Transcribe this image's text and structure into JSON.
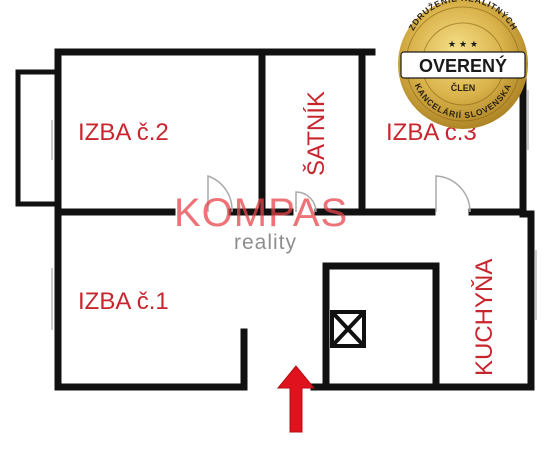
{
  "rooms": {
    "izba2": "IZBA č.2",
    "izba3": "IZBA č.3",
    "izba1": "IZBA č.1",
    "satnik": "ŠATNÍK",
    "kuchyna": "KUCHYŇA"
  },
  "watermark": {
    "brand": "KOMPAS",
    "sub": "reality",
    "color": "#e8444c"
  },
  "badge": {
    "arc_top": "ZDRUŽENIE REALITNÝCH",
    "arc_bottom": "KANCELÁRIÍ SLOVENSKA",
    "main": "OVERENÝ",
    "sub": "ČLEN",
    "stars": "★ ★ ★",
    "gold": "#d9b24a"
  },
  "entrance_arrow_color": "#e0121d",
  "wall_color": "#111111",
  "label_color": "#c8262e"
}
